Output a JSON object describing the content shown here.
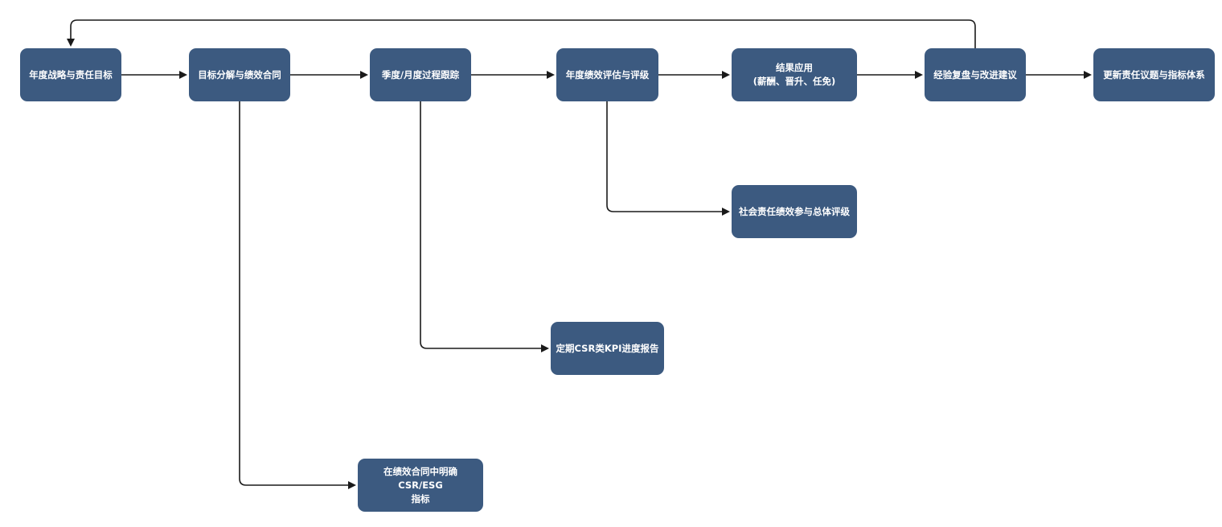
{
  "flow": {
    "nodes": {
      "n1": "年度战略与责任目标",
      "n2": "目标分解与绩效合同",
      "n3": "季度/月度过程跟踪",
      "n4": "年度绩效评估与评级",
      "n5": "结果应用\n(薪酬、晋升、任免)",
      "n6": "经验复盘与改进建议",
      "n7": "更新责任议题与指标体系",
      "b1": "社会责任绩效参与总体评级",
      "b2": "定期CSR类KPI进度报告",
      "b3": "在绩效合同中明确CSR/ESG\n指标"
    },
    "edges": [
      {
        "from": "n1",
        "to": "n2"
      },
      {
        "from": "n2",
        "to": "n3"
      },
      {
        "from": "n3",
        "to": "n4"
      },
      {
        "from": "n4",
        "to": "n5"
      },
      {
        "from": "n5",
        "to": "n6"
      },
      {
        "from": "n6",
        "to": "n7"
      },
      {
        "from": "n6",
        "to": "n1"
      },
      {
        "from": "n4",
        "to": "b1"
      },
      {
        "from": "n3",
        "to": "b2"
      },
      {
        "from": "n2",
        "to": "b3"
      }
    ]
  },
  "colors": {
    "node_fill": "#3c5a80",
    "node_text": "#ffffff",
    "connector": "#1a1a1a"
  }
}
